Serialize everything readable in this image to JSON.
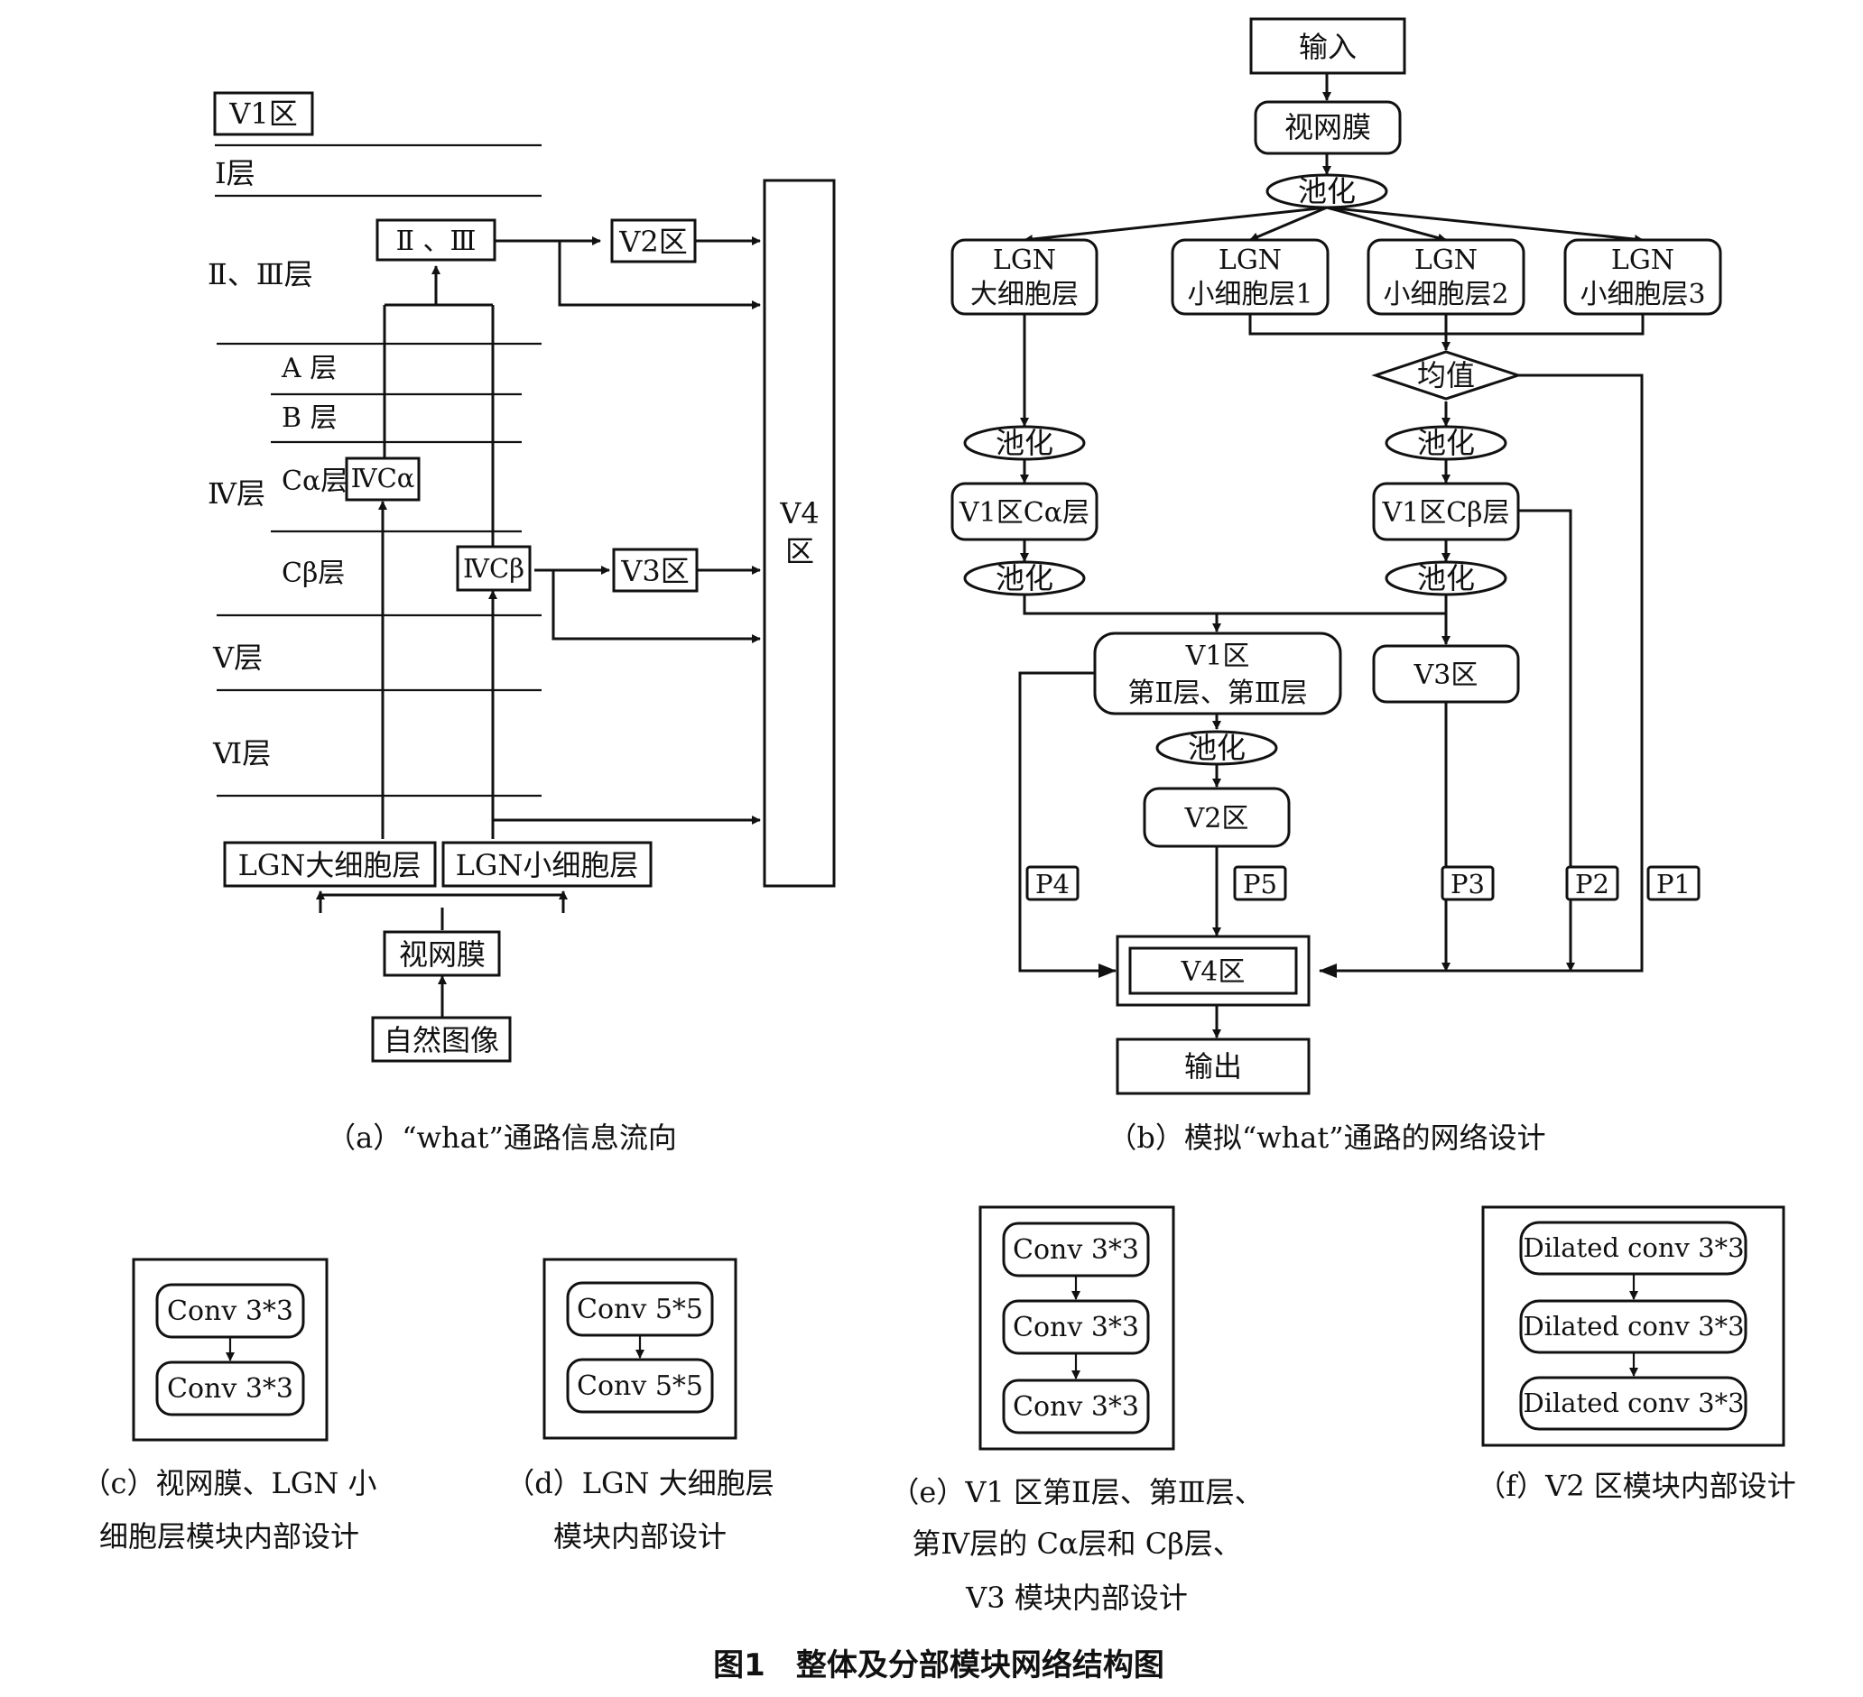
{
  "panel_a": {
    "legend_box": "V1区",
    "layer_1": "Ⅰ层",
    "layer_2_3": "Ⅱ、Ⅲ层",
    "layer_a": "A 层",
    "layer_b": "B 层",
    "layer_4": "Ⅳ层",
    "layer_c_alpha": "Cα层",
    "layer_c_beta": "Cβ层",
    "layer_5": "Ⅴ层",
    "layer_6": "Ⅵ层",
    "box_2_3": "Ⅱ 、Ⅲ",
    "box_v2": "V2区",
    "box_v3": "V3区",
    "box_4c_alpha": "ⅣCα",
    "box_4c_beta": "ⅣCβ",
    "box_v4_line1": "V4",
    "box_v4_line2": "区",
    "box_lgn_magno": "LGN大细胞层",
    "box_lgn_parvo": "LGN小细胞层",
    "box_retina": "视网膜",
    "box_natural_image": "自然图像",
    "caption": "（a）“what”通路信息流向"
  },
  "panel_b": {
    "input": "输入",
    "retina": "视网膜",
    "pool": "池化",
    "lgn": "LGN",
    "lgn_magno": "大细胞层",
    "lgn_parvo1": "小细胞层1",
    "lgn_parvo2": "小细胞层2",
    "lgn_parvo3": "小细胞层3",
    "mean": "均值",
    "v1_c_alpha": "V1区Cα层",
    "v1_c_beta": "V1区Cβ层",
    "v1_l23_line1": "V1区",
    "v1_l23_line2": "第Ⅱ层、第Ⅲ层",
    "v3": "V3区",
    "v2": "V2区",
    "v4": "V4区",
    "output": "输出",
    "p1": "P1",
    "p2": "P2",
    "p3": "P3",
    "p4": "P4",
    "p5": "P5",
    "caption": "（b）模拟“what”通路的网络设计"
  },
  "panel_c": {
    "block1": "Conv 3*3",
    "block2": "Conv 3*3",
    "caption_line1": "（c）视网膜、LGN 小",
    "caption_line2": "细胞层模块内部设计"
  },
  "panel_d": {
    "block1": "Conv 5*5",
    "block2": "Conv 5*5",
    "caption_line1": "（d）LGN 大细胞层",
    "caption_line2": "模块内部设计"
  },
  "panel_e": {
    "block1": "Conv 3*3",
    "block2": "Conv 3*3",
    "block3": "Conv 3*3",
    "caption_line1": "（e）V1 区第Ⅱ层、第Ⅲ层、",
    "caption_line2": "第Ⅳ层的 Cα层和 Cβ层、",
    "caption_line3": "V3 模块内部设计"
  },
  "panel_f": {
    "block1": "Dilated conv 3*3",
    "block2": "Dilated conv 3*3",
    "block3": "Dilated conv 3*3",
    "caption": "（f）V2 区模块内部设计"
  },
  "figure_title": "图1　整体及分部模块网络结构图"
}
